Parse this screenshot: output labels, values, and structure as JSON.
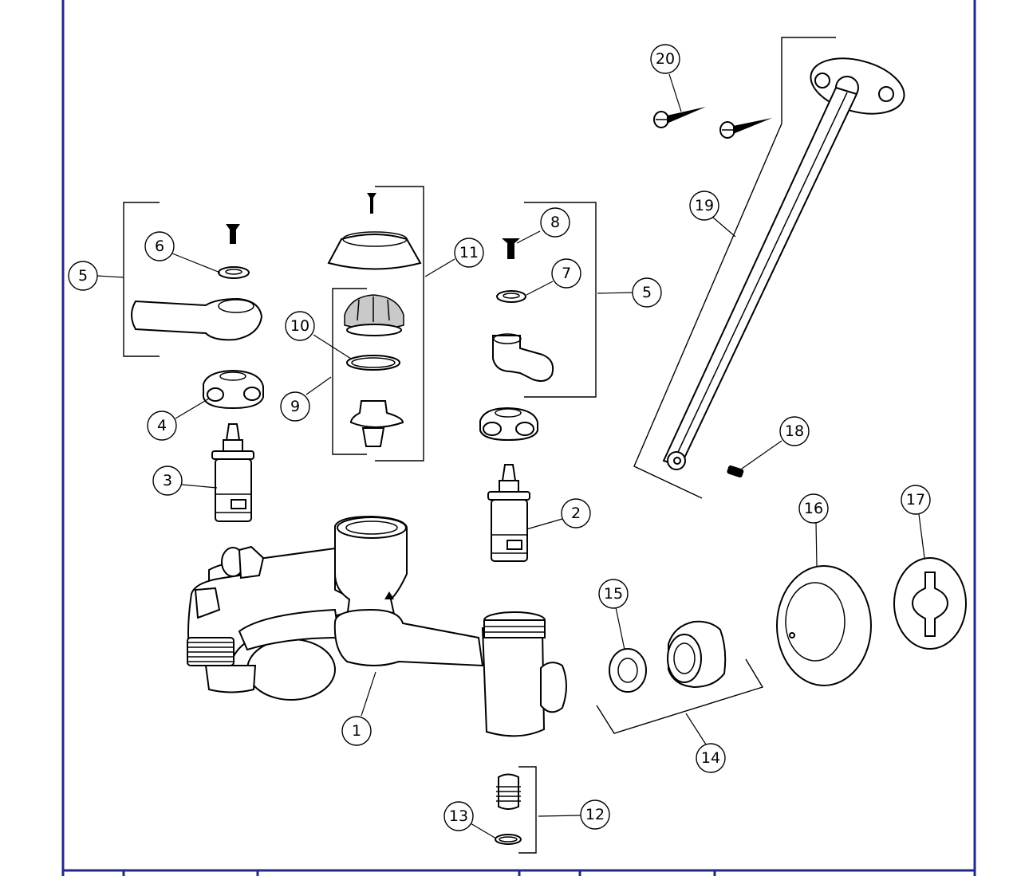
{
  "colors": {
    "frame": "#1f2a8a",
    "line": "#000000",
    "shade": "#c9c9c9"
  },
  "callouts": [
    {
      "id": "c20",
      "label": "20"
    },
    {
      "id": "c19",
      "label": "19"
    },
    {
      "id": "c5a",
      "label": "5"
    },
    {
      "id": "c6",
      "label": "6"
    },
    {
      "id": "c11",
      "label": "11"
    },
    {
      "id": "c8",
      "label": "8"
    },
    {
      "id": "c7",
      "label": "7"
    },
    {
      "id": "c5b",
      "label": "5"
    },
    {
      "id": "c10",
      "label": "10"
    },
    {
      "id": "c9",
      "label": "9"
    },
    {
      "id": "c4",
      "label": "4"
    },
    {
      "id": "c3",
      "label": "3"
    },
    {
      "id": "c2",
      "label": "2"
    },
    {
      "id": "c18",
      "label": "18"
    },
    {
      "id": "c16",
      "label": "16"
    },
    {
      "id": "c17",
      "label": "17"
    },
    {
      "id": "c15",
      "label": "15"
    },
    {
      "id": "c1",
      "label": "1"
    },
    {
      "id": "c14",
      "label": "14"
    },
    {
      "id": "c13",
      "label": "13"
    },
    {
      "id": "c12",
      "label": "12"
    }
  ]
}
